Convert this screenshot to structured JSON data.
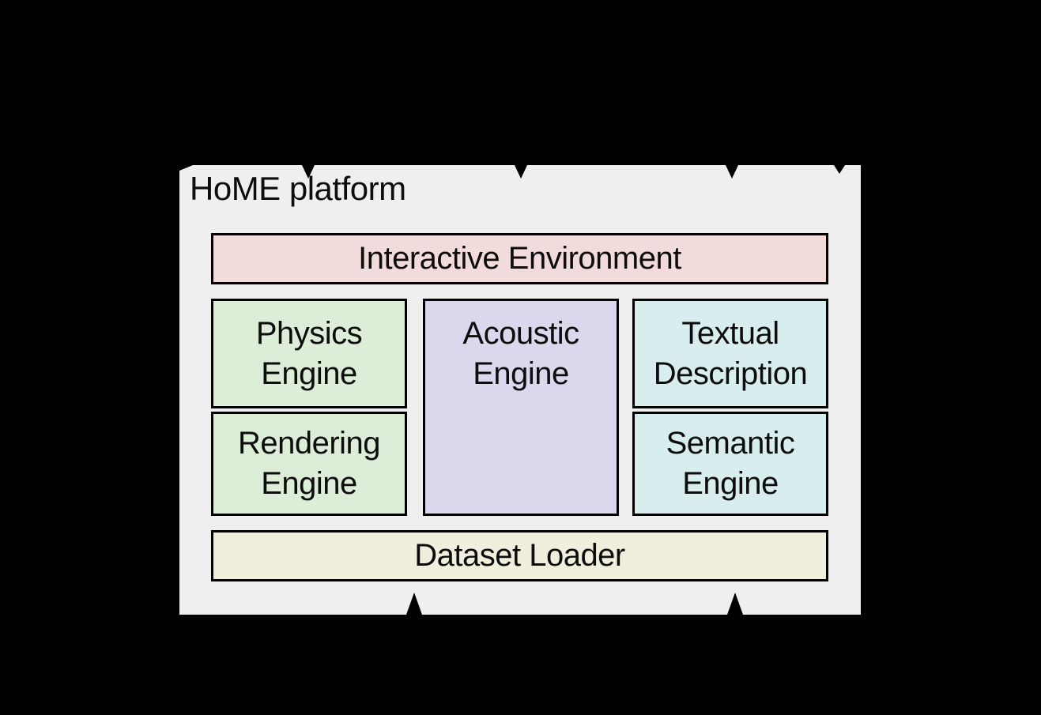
{
  "platform": {
    "title": "HoME platform",
    "fill": "#efefef"
  },
  "canvas": {
    "background": "#000000",
    "border_color": "#000000",
    "text_color": "#0d0d0d"
  },
  "boxes": {
    "interactive": {
      "label": "Interactive Environment",
      "color": "#f1dcdb"
    },
    "physics": {
      "label": "Physics Engine",
      "color": "#dcedd8"
    },
    "acoustic": {
      "label": "Acoustic Engine",
      "color": "#d9d8ec"
    },
    "textual": {
      "label": "Textual Description",
      "color": "#d8eeee"
    },
    "rendering": {
      "label": "Rendering Engine",
      "color": "#dcedd8"
    },
    "semantic": {
      "label": "Semantic Engine",
      "color": "#d8eeee"
    },
    "dataset": {
      "label": "Dataset Loader",
      "color": "#f0efdd"
    }
  },
  "icons": {
    "top_arrows": "arrow-down-icon",
    "bottom_arrows": "arrow-up-icon"
  }
}
